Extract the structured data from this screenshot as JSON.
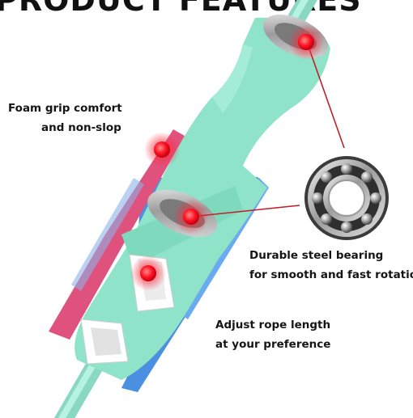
{
  "header": {
    "title": "PRODUCT FEATURES"
  },
  "callouts": {
    "foam": {
      "line1": "Foam grip comfort",
      "line2": "and non-slop"
    },
    "bearing": {
      "line1": "Durable steel bearing",
      "line2": "for smooth and fast rotation"
    },
    "length": {
      "line1": "Adjust rope length",
      "line2": "at your preference"
    }
  },
  "colors": {
    "foam": "#8ee3c8",
    "foam_dark": "#6fcfb2",
    "rope": "#9aead4",
    "blue_shell": "#4a8fe0",
    "pink_shell": "#e0527e",
    "marker": "#ff1a2e",
    "leader_line": "#c0202a"
  }
}
